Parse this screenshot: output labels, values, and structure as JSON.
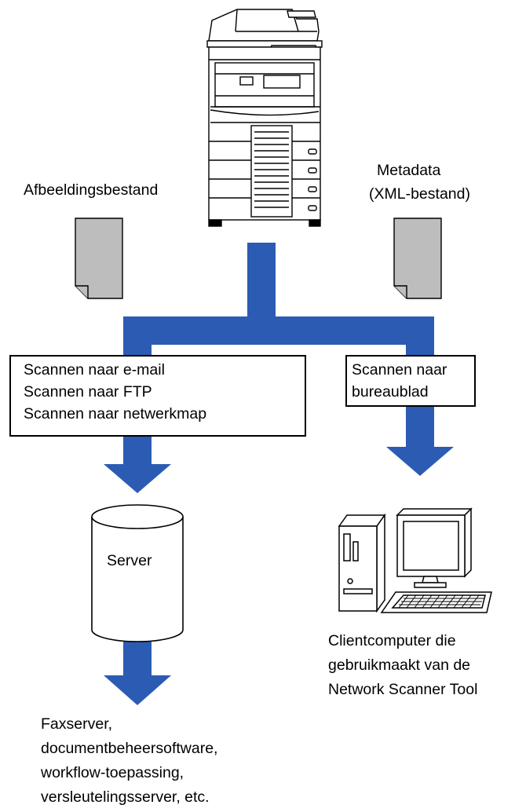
{
  "colors": {
    "flow": "#2c5bb4",
    "doc_fill": "#bdbdbd",
    "printer_fill": "#ffffff",
    "stroke": "#000000"
  },
  "labels": {
    "image_file": "Afbeeldingsbestand",
    "metadata_line1": "Metadata",
    "metadata_line2": "(XML-bestand)",
    "server": "Server"
  },
  "left_box": {
    "lines": [
      "Scannen naar e-mail",
      "Scannen naar FTP",
      "Scannen naar netwerkmap"
    ]
  },
  "right_box": {
    "lines": [
      "Scannen naar",
      "bureaublad"
    ]
  },
  "client_caption": {
    "lines": [
      "Clientcomputer die",
      "gebruikmaakt van de",
      "Network Scanner Tool"
    ]
  },
  "destinations": {
    "lines": [
      "Faxserver,",
      "documentbeheersoftware,",
      "workflow-toepassing,",
      "versleutelingsserver, etc."
    ]
  },
  "icons": [
    "mfp-printer-icon",
    "document-icon",
    "server-database-icon",
    "desktop-computer-icon"
  ]
}
